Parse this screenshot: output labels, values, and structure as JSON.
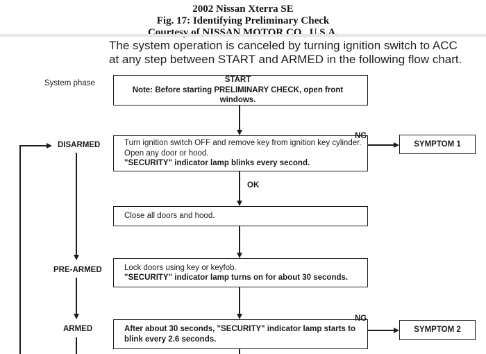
{
  "header": {
    "line1": "2002 Nissan Xterra SE",
    "line2": "Fig. 17: Identifying Preliminary Check",
    "line3": "Courtesy of NISSAN MOTOR CO., U.S.A."
  },
  "intro": {
    "line1": "The system operation is canceled by turning ignition switch to ACC",
    "line2": "at any step between START and ARMED in the following flow chart."
  },
  "phase_column": {
    "header": "System phase",
    "items": [
      "DISARMED",
      "PRE-ARMED",
      "ARMED"
    ]
  },
  "flow": {
    "start_box": {
      "title": "START",
      "note": "Note: Before starting PRELIMINARY CHECK, open front windows."
    },
    "step1": {
      "line1": "Turn ignition switch OFF and remove key from ignition key cylinder.",
      "line2": "Open any door or hood.",
      "line3": "\"SECURITY\" indicator lamp blinks every second."
    },
    "step2": {
      "line1": "Close all doors and hood."
    },
    "step3": {
      "line1": "Lock doors using key or keyfob.",
      "line2": "\"SECURITY\" indicator lamp turns on for about 30 seconds."
    },
    "step4": {
      "line1": "After about 30 seconds, \"SECURITY\" indicator lamp starts to",
      "line2": "blink every 2.6 seconds."
    },
    "labels": {
      "ok": "OK",
      "ng1": "NG",
      "ng2": "NG"
    },
    "symptom1": "SYMPTOM 1",
    "symptom2": "SYMPTOM 2"
  },
  "colors": {
    "line": "#1c1c1c",
    "text": "#1a1a1a"
  }
}
